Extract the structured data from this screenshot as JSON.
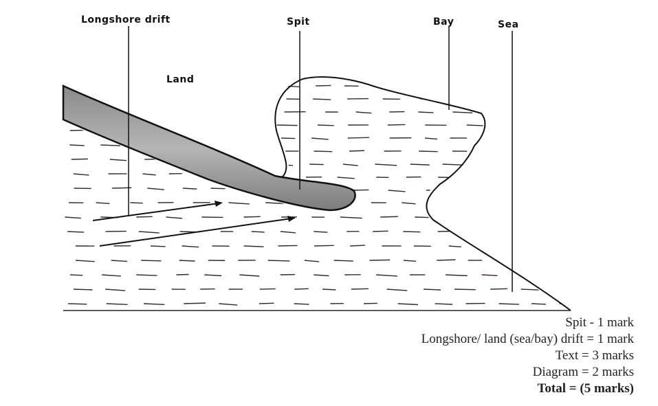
{
  "diagram": {
    "labels": {
      "longshore_drift": "Longshore drift",
      "spit": "Spit",
      "bay": "Bay",
      "sea": "Sea",
      "land": "Land"
    }
  },
  "mark_scheme": {
    "lines": [
      "Spit - 1 mark",
      "Longshore/ land (sea/bay) drift = 1 mark",
      "Text  =  3 marks",
      "Diagram  =  2 marks"
    ],
    "total": "Total  =  (5 marks)"
  }
}
